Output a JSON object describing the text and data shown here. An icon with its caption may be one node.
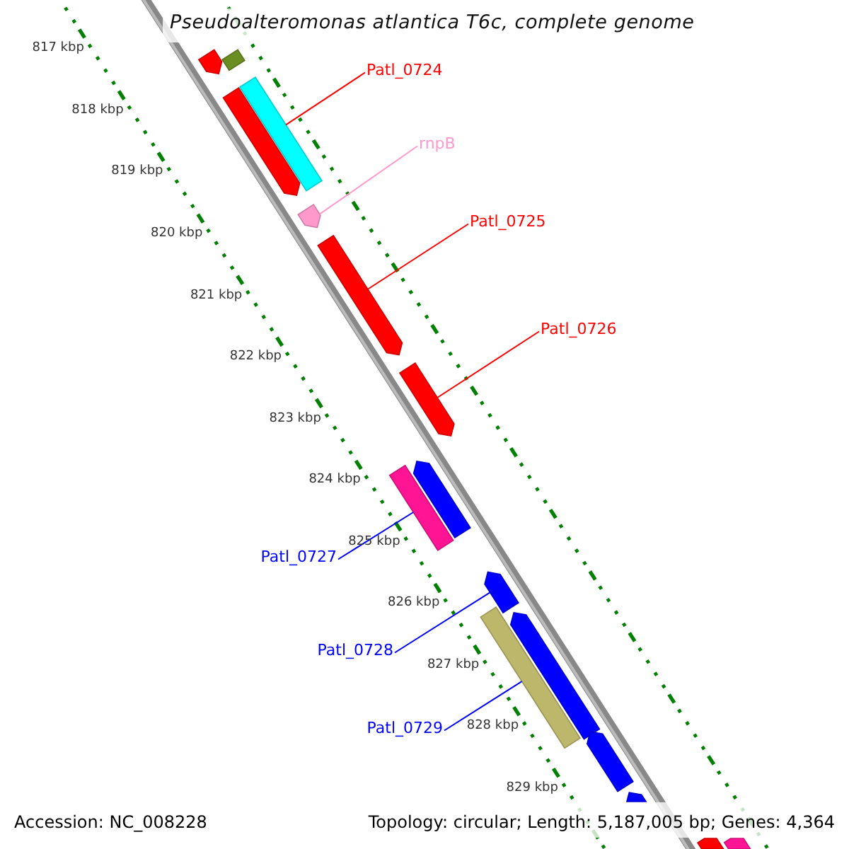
{
  "diagram": {
    "title": "Pseudoalteromonas atlantica T6c, complete genome",
    "nodes": [
      {
        "text": [
          "Patl_0724"
        ]
      },
      {
        "text": [
          "rnpB"
        ]
      },
      {
        "text": [
          "Patl_0725"
        ]
      },
      {
        "text": [
          "Patl_0726"
        ]
      },
      {
        "text": [
          "Patl_0727"
        ]
      },
      {
        "text": [
          "Patl_0728"
        ]
      },
      {
        "text": [
          "Patl_0729"
        ]
      },
      {
        "text": [],
        "shape": "pentagon"
      },
      {
        "text": [],
        "shape": "bar"
      },
      {
        "text": [],
        "shape": "pentagon"
      },
      {
        "text": [],
        "shape": "bar"
      },
      {
        "text": [],
        "shape": "pentagon"
      },
      {
        "text": [],
        "shape": "pentagon"
      },
      {
        "text": [],
        "shape": "pentagon"
      },
      {
        "text": [],
        "shape": "pentagon"
      },
      {
        "text": [],
        "shape": "bar"
      },
      {
        "text": [],
        "shape": "pentagon"
      },
      {
        "text": [],
        "shape": "pentagon"
      },
      {
        "text": [],
        "shape": "bar"
      },
      {
        "text": [],
        "shape": "pentagon"
      },
      {
        "text": [],
        "shape": "pentagon"
      },
      {
        "text": [],
        "shape": "pentagon"
      },
      {
        "text": [],
        "shape": "bar"
      }
    ],
    "edges": [
      {
        "from": 0,
        "to": 10,
        "arrow": "none"
      },
      {
        "from": 1,
        "to": 11,
        "arrow": "none",
        "color": "#ff99cc"
      },
      {
        "from": 2,
        "to": 12,
        "arrow": "none"
      },
      {
        "from": 3,
        "to": 13,
        "arrow": "none"
      },
      {
        "from": 4,
        "to": 15,
        "arrow": "none",
        "color": "#0000ff"
      },
      {
        "from": 5,
        "to": 16,
        "arrow": "none",
        "color": "#0000ff"
      },
      {
        "from": 6,
        "to": 18,
        "arrow": "none",
        "color": "#0000ff"
      }
    ],
    "labels": [
      "817 kbp",
      "818 kbp",
      "819 kbp",
      "820 kbp",
      "821 kbp",
      "822 kbp",
      "823 kbp",
      "824 kbp",
      "825 kbp",
      "826 kbp",
      "827 kbp",
      "828 kbp",
      "829 kbp",
      "Accession: NC_008228",
      "Topology: circular; Length: 5,187,005 bp; Genes: 4,364"
    ]
  }
}
